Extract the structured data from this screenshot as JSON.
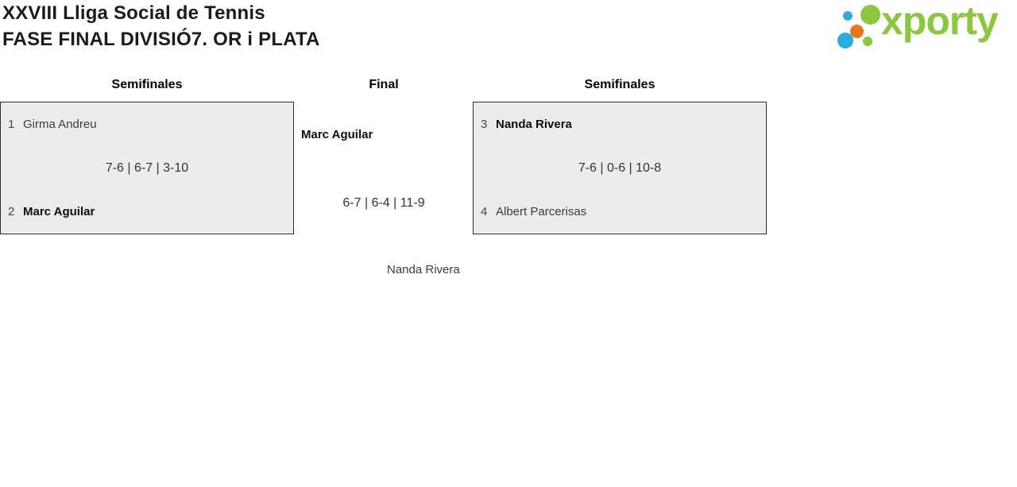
{
  "header": {
    "title_line1": "XXVIII Lliga Social de Tennis",
    "title_line2": "FASE FINAL DIVISIÓ7. OR i PLATA"
  },
  "logo": {
    "text": "xporty",
    "brand_green": "#8dc63f",
    "brand_blue": "#2aabe2",
    "brand_orange": "#e8751a"
  },
  "rounds": [
    {
      "label": "Semifinales"
    },
    {
      "label": "Final"
    },
    {
      "label": "Semifinales"
    }
  ],
  "matches": {
    "semifinal_left": {
      "player1_seed": "1",
      "player1_name": "Girma Andreu",
      "score": "7-6 | 6-7 | 3-10",
      "player2_seed": "2",
      "player2_name": "Marc Aguilar",
      "winner": "Marc Aguilar"
    },
    "final": {
      "player1_name": "Marc Aguilar",
      "score": "6-7 | 6-4 | 11-9",
      "player2_name": "Nanda Rivera",
      "winner": "Marc Aguilar"
    },
    "semifinal_right": {
      "player1_seed": "3",
      "player1_name": "Nanda Rivera",
      "score": "7-6 | 0-6 | 10-8",
      "player2_seed": "4",
      "player2_name": "Albert Parcerisas",
      "winner": "Nanda Rivera"
    }
  }
}
